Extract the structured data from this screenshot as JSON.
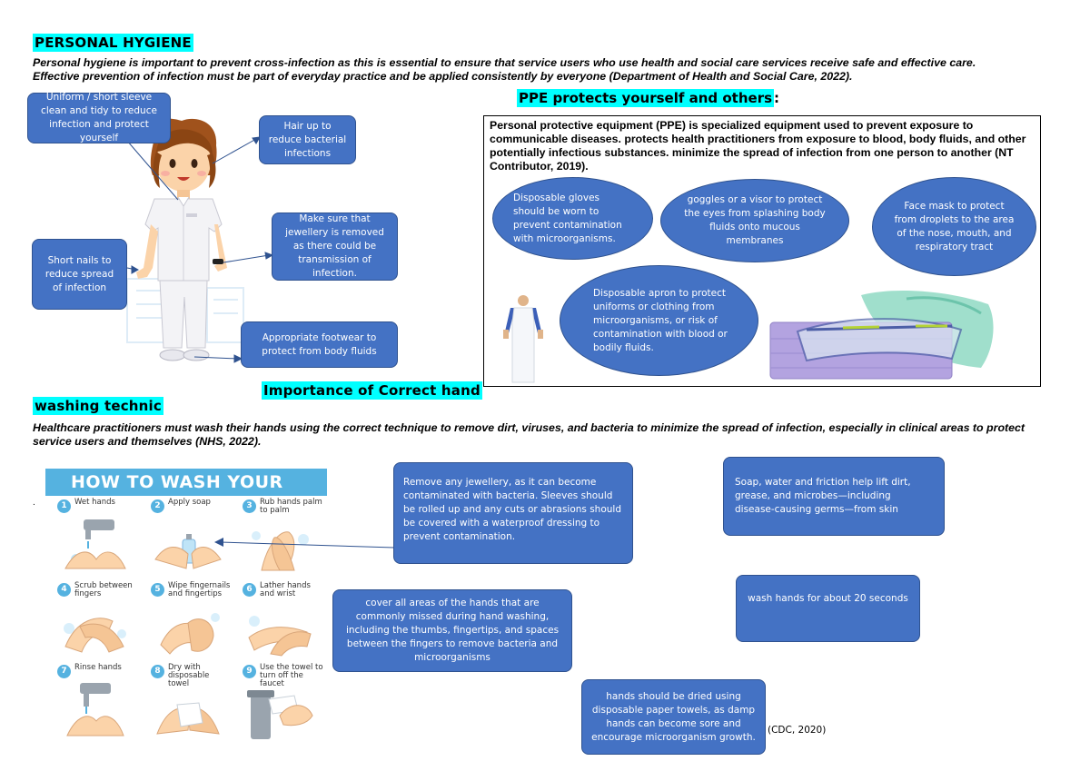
{
  "personal_hygiene": {
    "title": "PERSONAL HYGIENE",
    "intro": " Personal hygiene is important to prevent cross-infection as this is essential to ensure that service users who use health and social care services receive safe and effective care. Effective prevention of infection must be part of everyday practice and be applied consistently by everyone (Department of Health and Social Care, 2022).",
    "callouts": {
      "uniform": "Uniform / short sleeve clean and tidy to reduce infection and protect yourself",
      "hair": "Hair up to reduce bacterial infections",
      "jewellery": "Make sure that jewellery is removed as there could be transmission of infection.",
      "nails": "Short nails to reduce spread of infection",
      "footwear": "Appropriate footwear to protect from body fluids"
    }
  },
  "ppe": {
    "title": "PPE protects yourself and others",
    "title_suffix": ":",
    "description": "Personal protective equipment (PPE) is specialized equipment used to prevent exposure to communicable diseases. protects health practitioners from exposure to blood, body fluids, and other potentially infectious substances. minimize the spread of infection from one person to another (NT Contributor, 2019).",
    "ovals": {
      "gloves": "Disposable gloves should be worn to prevent contamination with microorganisms.",
      "goggles": "goggles or a visor to protect the eyes  from splashing body fluids onto mucous membranes",
      "mask": "Face mask to protect from droplets to the area of the nose, mouth, and respiratory tract",
      "apron": "Disposable apron to protect uniforms or clothing from microorganisms, or risk of contamination with blood or bodily fluids."
    }
  },
  "hand_washing": {
    "title_line1": "Importance of Correct hand",
    "title_line2": "washing technic",
    "intro": "Healthcare practitioners must wash their hands using the correct technique to remove dirt, viruses, and bacteria to minimize the spread of infection, especially in clinical areas to protect service users and themselves (NHS, 2022).",
    "bullet": ".",
    "poster": {
      "title": "HOW TO WASH YOUR HANDS",
      "steps": [
        {
          "num": "1",
          "label": "Wet hands"
        },
        {
          "num": "2",
          "label": "Apply soap"
        },
        {
          "num": "3",
          "label": "Rub hands palm to palm"
        },
        {
          "num": "4",
          "label": "Scrub between fingers"
        },
        {
          "num": "5",
          "label": "Wipe fingernails and fingertips"
        },
        {
          "num": "6",
          "label": "Lather hands and wrist"
        },
        {
          "num": "7",
          "label": "Rinse hands"
        },
        {
          "num": "8",
          "label": "Dry with disposable towel"
        },
        {
          "num": "9",
          "label": "Use the towel to turn off the faucet"
        }
      ]
    },
    "boxes": {
      "jewellery": " Remove any jewellery, as it can become contaminated with bacteria. Sleeves should be rolled up and any cuts or abrasions should be covered with a waterproof dressing to prevent contamination.",
      "soap": "Soap, water and friction help lift dirt, grease, and microbes—including disease-causing germs—from skin",
      "twenty": "wash hands for about 20 seconds",
      "cover": "cover all areas of the hands that are commonly missed during hand washing, including the thumbs, fingertips, and spaces between the fingers to remove bacteria and microorganisms",
      "dry": "hands should be dried using disposable paper towels, as damp hands can become sore and encourage microorganism growth."
    },
    "citation": "(CDC, 2020)"
  },
  "colors": {
    "highlight": "#00ffff",
    "box_fill": "#4472c4",
    "box_border": "#2f528f",
    "poster_header": "#55b2e0"
  }
}
